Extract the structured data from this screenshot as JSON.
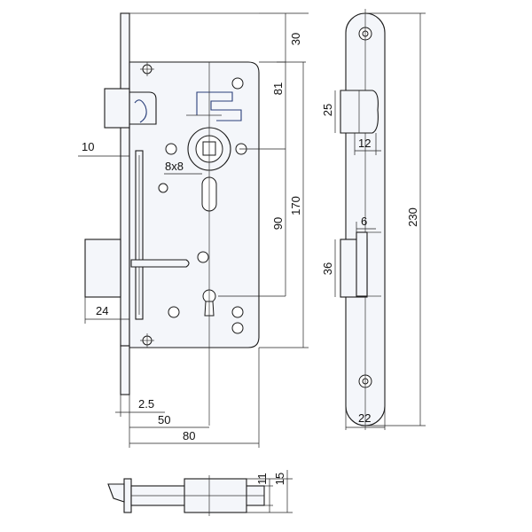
{
  "diagram": {
    "ink_color": "#1a1a1a",
    "accent_color": "#2a3f7a",
    "dimensions": {
      "top_offset": "30",
      "upper_to_follower": "81",
      "follower_to_key": "90",
      "screw_span": "170",
      "bolt_projection": "10",
      "follower_square": "8x8",
      "deadbolt_width": "24",
      "forend_thickness": "2.5",
      "backset": "50",
      "case_width": "80",
      "depth_11": "11",
      "depth_15": "15",
      "latch_height": "25",
      "latch_width": "12",
      "strike_gap": "6",
      "deadbolt_height": "36",
      "plate_length": "230",
      "plate_width": "22"
    }
  }
}
